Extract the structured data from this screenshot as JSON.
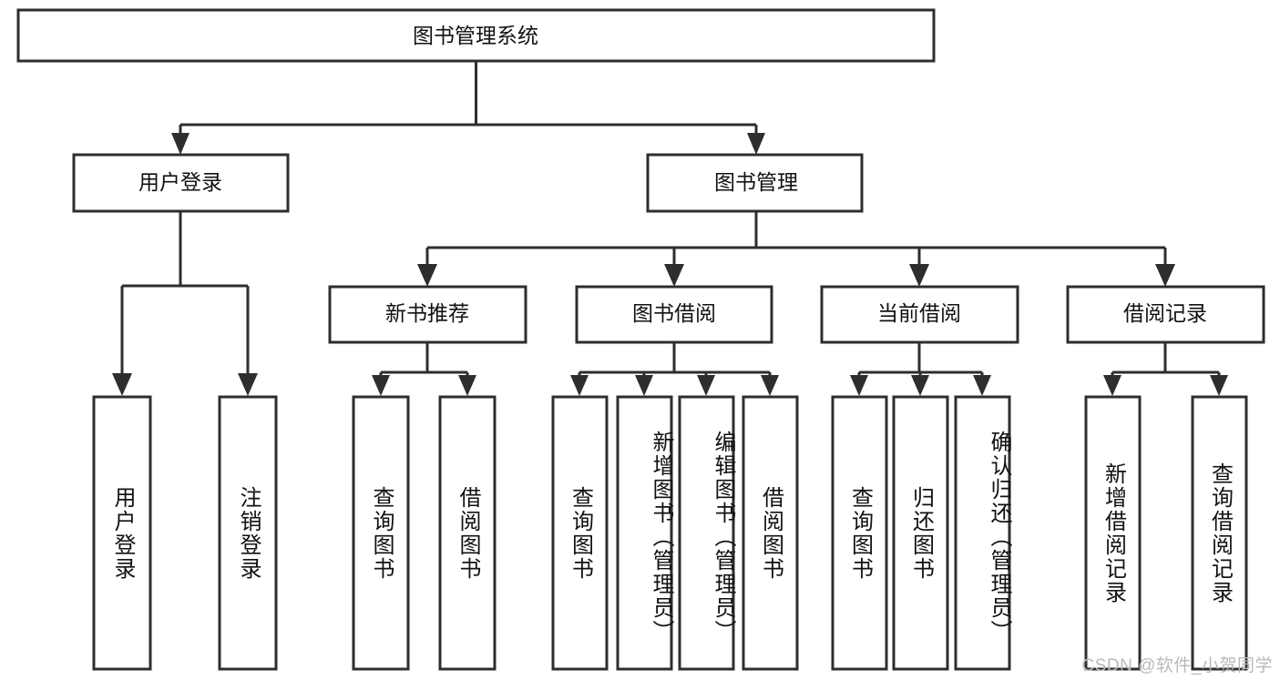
{
  "diagram": {
    "type": "tree-hierarchy-chart",
    "title_node": {
      "label": "图书管理系统"
    },
    "level2": [
      {
        "id": "user-login",
        "label": "用户登录"
      },
      {
        "id": "book-manage",
        "label": "图书管理"
      }
    ],
    "level3": [
      {
        "id": "new-book-recommend",
        "label": "新书推荐",
        "parent": "book-manage"
      },
      {
        "id": "book-borrow",
        "label": "图书借阅",
        "parent": "book-manage"
      },
      {
        "id": "current-borrow",
        "label": "当前借阅",
        "parent": "book-manage"
      },
      {
        "id": "borrow-record",
        "label": "借阅记录",
        "parent": "book-manage"
      }
    ],
    "leaves": {
      "user_login": [
        {
          "id": "leaf-user-login",
          "label": "用户登录"
        },
        {
          "id": "leaf-logout-login",
          "label": "注销登录"
        }
      ],
      "new_book_recommend": [
        {
          "id": "leaf-query-book-1",
          "label": "查询图书"
        },
        {
          "id": "leaf-borrow-book-1",
          "label": "借阅图书"
        }
      ],
      "book_borrow": [
        {
          "id": "leaf-query-book-2",
          "label": "查询图书"
        },
        {
          "id": "leaf-add-book",
          "label": "新增图书（管理员）"
        },
        {
          "id": "leaf-edit-book",
          "label": "编辑图书（管理员）"
        },
        {
          "id": "leaf-borrow-book-2",
          "label": "借阅图书"
        }
      ],
      "current_borrow": [
        {
          "id": "leaf-query-book-3",
          "label": "查询图书"
        },
        {
          "id": "leaf-return-book",
          "label": "归还图书"
        },
        {
          "id": "leaf-confirm-return",
          "label": "确认归还（管理员）"
        }
      ],
      "borrow_record": [
        {
          "id": "leaf-add-record",
          "label": "新增借阅记录"
        },
        {
          "id": "leaf-query-record",
          "label": "查询借阅记录"
        }
      ]
    },
    "colors": {
      "box_stroke": "#2e2e2e",
      "box_fill": "#ffffff",
      "text": "#111111",
      "connector": "#2e2e2e",
      "watermark": "#b9b9b9",
      "background": "#ffffff"
    }
  },
  "watermark": {
    "text": "CSDN @软件_小贺同学"
  }
}
